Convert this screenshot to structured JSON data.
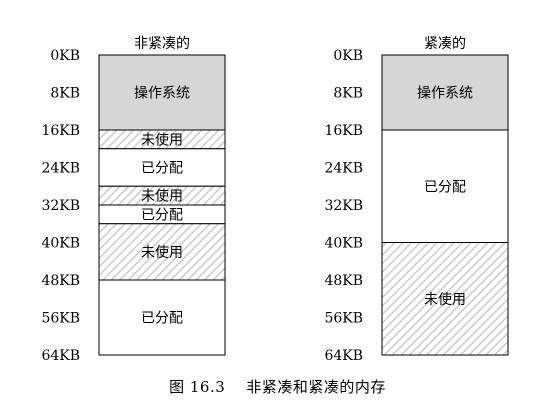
{
  "figure": {
    "caption_number": "图 16.3",
    "caption_text": "非紧凑和紧凑的内存"
  },
  "diagrams": [
    {
      "title": "非紧凑的",
      "labels": [
        "0KB",
        "8KB",
        "16KB",
        "24KB",
        "32KB",
        "40KB",
        "48KB",
        "56KB",
        "64KB"
      ],
      "segments": [
        {
          "start": 0,
          "end": 16,
          "label": "操作系统",
          "kind": "os"
        },
        {
          "start": 16,
          "end": 20,
          "label": "未使用",
          "kind": "free"
        },
        {
          "start": 20,
          "end": 28,
          "label": "已分配",
          "kind": "used"
        },
        {
          "start": 28,
          "end": 32,
          "label": "未使用",
          "kind": "free"
        },
        {
          "start": 32,
          "end": 36,
          "label": "已分配",
          "kind": "used"
        },
        {
          "start": 36,
          "end": 48,
          "label": "未使用",
          "kind": "free"
        },
        {
          "start": 48,
          "end": 64,
          "label": "已分配",
          "kind": "used"
        }
      ]
    },
    {
      "title": "紧凑的",
      "labels": [
        "0KB",
        "8KB",
        "16KB",
        "24KB",
        "32KB",
        "40KB",
        "48KB",
        "56KB",
        "64KB"
      ],
      "segments": [
        {
          "start": 0,
          "end": 16,
          "label": "操作系统",
          "kind": "os"
        },
        {
          "start": 16,
          "end": 40,
          "label": "已分配",
          "kind": "used"
        },
        {
          "start": 40,
          "end": 64,
          "label": "未使用",
          "kind": "free"
        }
      ]
    }
  ],
  "colors": {
    "os_fill": "#d6d6d6",
    "used_fill": "#ffffff",
    "hatch_stroke": "#c4c4c4",
    "outline": "#000000"
  }
}
